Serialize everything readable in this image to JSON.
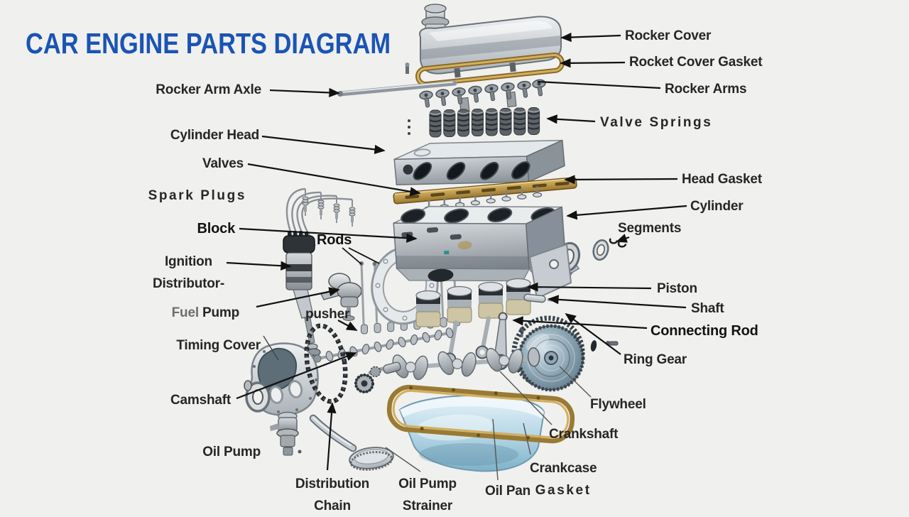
{
  "title": "CAR ENGINE PARTS DIAGRAM",
  "figure": {
    "type": "exploded-car-engine-illustration"
  },
  "colors": {
    "background": "#f0f0ee",
    "title_blue": "#1b54b4",
    "label_text": "#262626",
    "leader_line": "#111111",
    "gasket_gold": "#b08c3e",
    "oil_pan_blue": "#a9cfe2",
    "metal_gray": "#aab2b8"
  },
  "labels": {
    "rocker_cover": "Rocker Cover",
    "rocket_cover_gasket": "Rocket Cover Gasket",
    "rocker_arms": "Rocker Arms",
    "valve_springs": "Valve Springs",
    "head_gasket": "Head Gasket",
    "cylinder": "Cylinder",
    "segments": "Segments",
    "piston": "Piston",
    "shaft": "Shaft",
    "connecting_rod": "Connecting Rod",
    "ring_gear": "Ring Gear",
    "flywheel": "Flywheel",
    "crankshaft": "Crankshaft",
    "crankcase_line1": "Crankcase",
    "crankcase_line2": "Gasket",
    "oil_pan": "Oil Pan",
    "rocker_arm_axle": "Rocker Arm Axle",
    "cylinder_head": "Cylinder Head",
    "valves": "Valves",
    "spark_plugs": "Spark Plugs",
    "block": "Block",
    "rods": "Rods",
    "ignition_line1": "Ignition",
    "ignition_line2": "Distributor-",
    "fuel_word": "Fuel",
    "pump_word": "Pump",
    "pusher": "pusher",
    "timing_cover": "Timing Cover",
    "camshaft": "Camshaft",
    "oil_pump": "Oil Pump",
    "distribution_line1": "Distribution",
    "distribution_line2": "Chain",
    "strainer_line1": "Oil Pump",
    "strainer_line2": "Strainer"
  }
}
